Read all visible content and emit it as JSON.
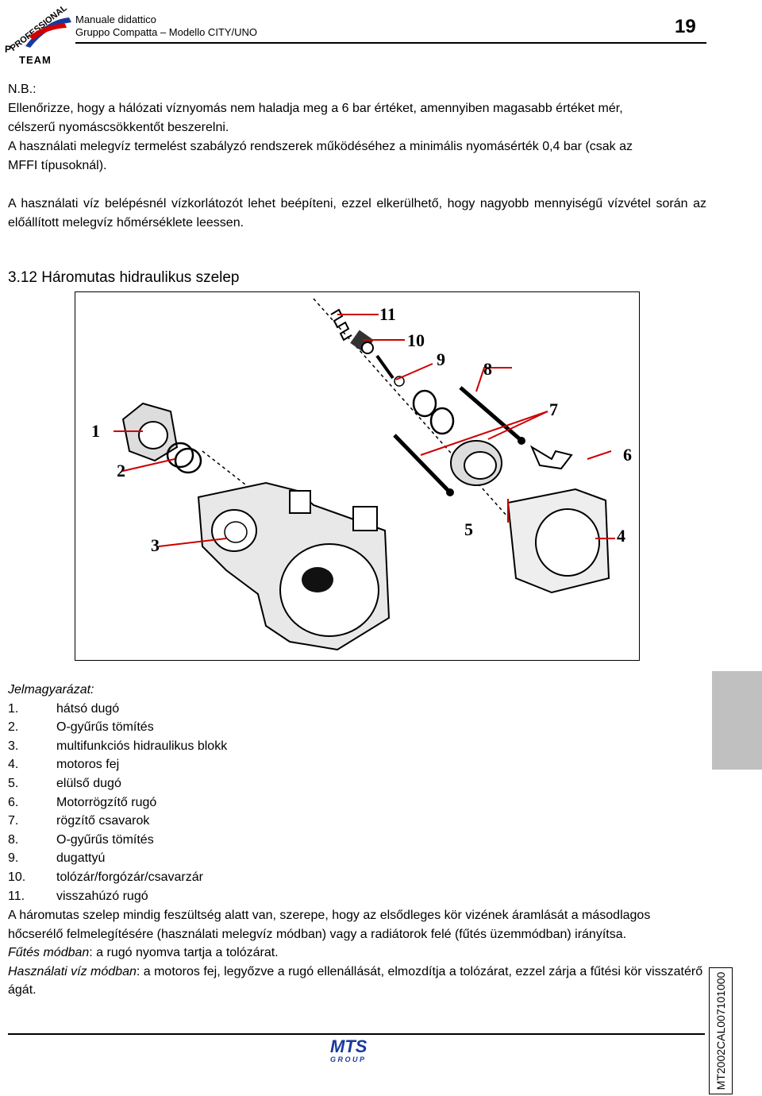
{
  "header": {
    "logo_top_text": "PROFESSIONAL",
    "logo_bottom_text": "TEAM",
    "line1": "Manuale didattico",
    "line2": "Gruppo Compatta – Modello CITY/UNO",
    "page_number": "19"
  },
  "note": {
    "lines": [
      "N.B.:",
      "Ellenőrizze, hogy a hálózati víznyomás nem haladja meg a 6 bar értéket, amennyiben magasabb értéket mér,",
      "célszerű nyomáscsökkentőt beszerelni.",
      "A használati melegvíz termelést szabályzó rendszerek működéséhez a minimális nyomásérték 0,4 bar (csak az",
      "MFFI típusoknál)."
    ]
  },
  "paragraph": "A használati víz belépésnél vízkorlátozót lehet beépíteni, ezzel elkerülhető, hogy nagyobb mennyiségű vízvétel során az előállított melegvíz hőmérséklete leessen.",
  "section_title": "3.12 Háromutas hidraulikus szelep",
  "figure": {
    "callouts": [
      "1",
      "2",
      "3",
      "4",
      "5",
      "6",
      "7",
      "8",
      "9",
      "10",
      "11"
    ]
  },
  "legend": {
    "title": "Jelmagyarázat:",
    "items": [
      {
        "num": "1.",
        "text": "hátsó dugó"
      },
      {
        "num": "2.",
        "text": "O-gyűrűs tömítés"
      },
      {
        "num": "3.",
        "text": "multifunkciós hidraulikus blokk"
      },
      {
        "num": "4.",
        "text": "motoros fej"
      },
      {
        "num": "5.",
        "text": "elülső dugó"
      },
      {
        "num": "6.",
        "text": "Motorrögzítő rugó"
      },
      {
        "num": "7.",
        "text": "rögzítő csavarok"
      },
      {
        "num": "8.",
        "text": "O-gyűrűs tömítés"
      },
      {
        "num": "9.",
        "text": "dugattyú"
      },
      {
        "num": "10.",
        "text": "tolózár/forgózár/csavarzár"
      },
      {
        "num": "11.",
        "text": "visszahúzó rugó"
      }
    ]
  },
  "description": {
    "p1": "A háromutas szelep mindig feszültség alatt van, szerepe, hogy az elsődleges kör vizének áramlását a másodlagos hőcserélő felmelegítésére (használati melegvíz módban) vagy a radiátorok felé (fűtés üzemmódban) irányítsa.",
    "p2_label": "Fűtés módban",
    "p2_text": ": a rugó nyomva tartja a tolózárat.",
    "p3_label": "Használati víz módban",
    "p3_text": ": a motoros fej, legyőzve a rugó ellenállását, elmozdítja a tolózárat, ezzel zárja a fűtési kör visszatérő ágát."
  },
  "footer": {
    "logo_text": "MTS",
    "logo_sub": "G R O U P",
    "doc_code": "MT2002CAL007101000"
  },
  "colors": {
    "callout_line": "#cc0000",
    "logo_red": "#d40000",
    "logo_blue": "#1a3a9a",
    "grey_tab": "#c0c0c0"
  }
}
